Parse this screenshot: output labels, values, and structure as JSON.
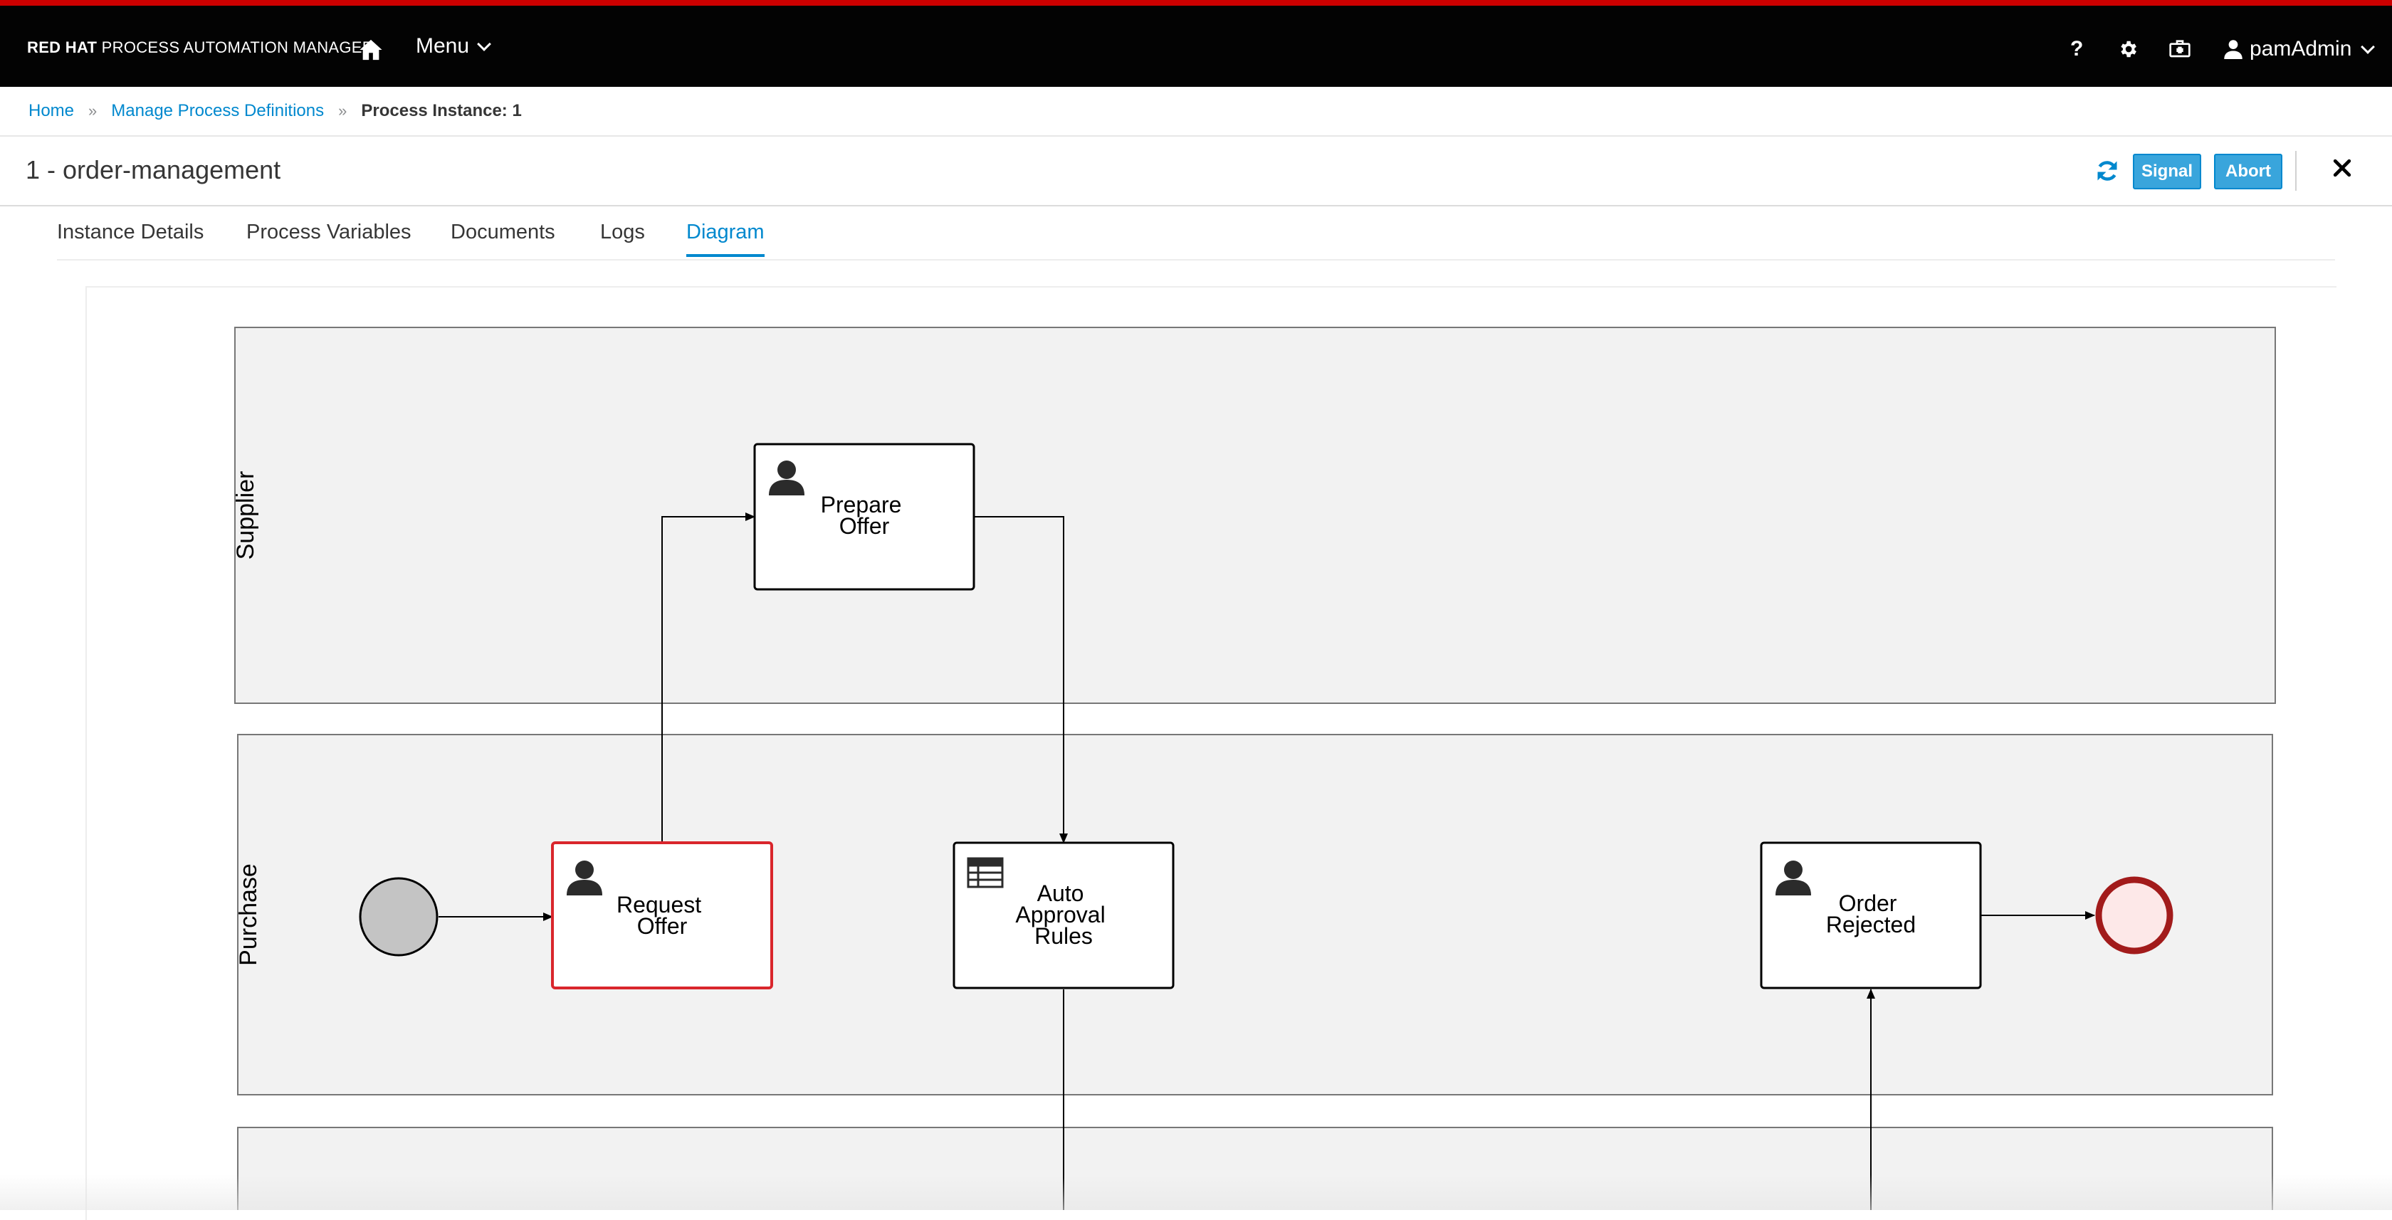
{
  "app": {
    "brand_bold": "RED HAT",
    "brand_rest": "PROCESS AUTOMATION MANAGER",
    "menu_label": "Menu",
    "help_label": "?",
    "user_name": "pamAdmin"
  },
  "breadcrumb": {
    "home": "Home",
    "manage": "Manage Process Definitions",
    "current": "Process Instance: 1",
    "separator": "»"
  },
  "page": {
    "title": "1 - order-management",
    "signal_label": "Signal",
    "abort_label": "Abort"
  },
  "tabs": [
    {
      "label": "Instance Details"
    },
    {
      "label": "Process Variables"
    },
    {
      "label": "Documents"
    },
    {
      "label": "Logs"
    },
    {
      "label": "Diagram",
      "active": true
    }
  ],
  "diagram": {
    "lanes": [
      {
        "label": "Supplier"
      },
      {
        "label": "Purchase"
      },
      {
        "label": ""
      }
    ],
    "nodes": {
      "prepare_offer": {
        "line1": "Prepare",
        "line2": "Offer",
        "icon": "user-task-icon"
      },
      "request_offer": {
        "line1": "Request",
        "line2": "Offer",
        "icon": "user-task-icon",
        "active": true
      },
      "auto_approval": {
        "line1": "Auto",
        "line2": "Approval",
        "line3": "Rules",
        "icon": "business-rule-icon"
      },
      "order_rejected": {
        "line1": "Order",
        "line2": "Rejected",
        "icon": "user-task-icon"
      }
    },
    "colors": {
      "active_border": "#d9262c",
      "end_event_border": "#a21b1b",
      "end_event_fill": "#fde8e8",
      "start_event_fill": "#c4c4c4",
      "lane_fill": "#f2f2f2"
    }
  },
  "colors": {
    "accent": "#0088ce",
    "button": "#39a5dc",
    "topbar": "#030303",
    "topbar_stripe": "#cc0000"
  }
}
